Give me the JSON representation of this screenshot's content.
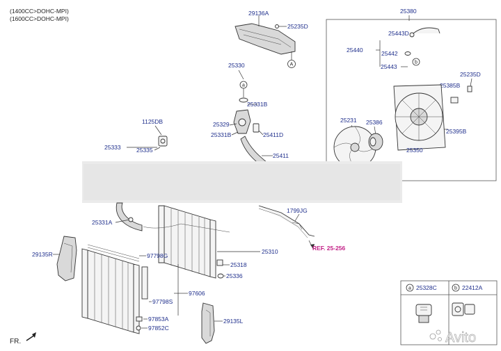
{
  "header": {
    "line1": "(1400CC>DOHC-MPI)",
    "line2": "(1600CC>DOHC-MPI)"
  },
  "part_labels": {
    "p29136A": "29136A",
    "p25235D_top": "25235D",
    "p25330": "25330",
    "p25331B_upper": "25331B",
    "p25329": "25329",
    "p25331B_lower": "25331B",
    "p25411D": "25411D",
    "p25411": "25411",
    "p1125DB": "1125DB",
    "p25333": "25333",
    "p25335": "25335",
    "p25380": "25380",
    "p25443D": "25443D",
    "p25440": "25440",
    "p25442": "25442",
    "p25443": "25443",
    "p25235D_right": "25235D",
    "p25385B": "25385B",
    "p25231": "25231",
    "p25386": "25386",
    "p25350": "25350",
    "p25395B": "25395B",
    "p1799JG": "1799JG",
    "p25331A": "25331A",
    "p29135R": "29135R",
    "p97798G": "97798G",
    "p25310": "25310",
    "p25318": "25318",
    "p25336": "25336",
    "p97606": "97606",
    "p97798S": "97798S",
    "p97853A": "97853A",
    "p97852C": "97852C",
    "p29135L": "29135L"
  },
  "reference": "REF. 25-256",
  "callouts": {
    "a": "a",
    "b": "b",
    "A": "A"
  },
  "legend": {
    "a_label": "a",
    "a_part": "25328C",
    "b_label": "b",
    "b_part": "22412A"
  },
  "direction": "FR.",
  "watermark": "Avito"
}
